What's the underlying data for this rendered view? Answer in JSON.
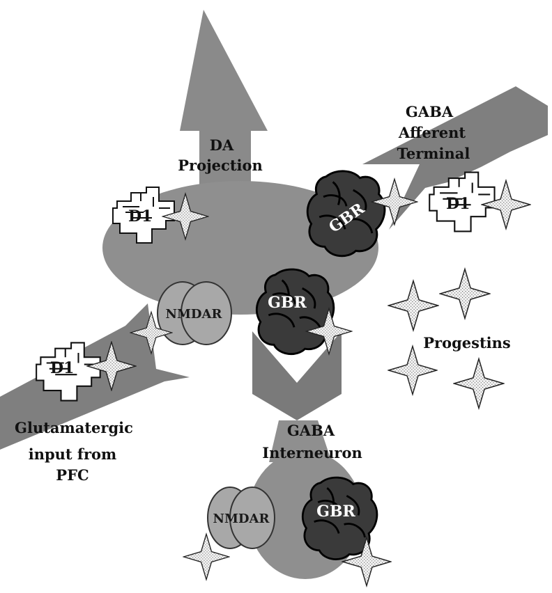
{
  "labels": {
    "da_projection": [
      "DA",
      "Projection"
    ],
    "gaba_afferent": [
      "GABA",
      "Afferent",
      "Terminal"
    ],
    "glutamatergic": [
      "Glutamatergic",
      "input from",
      "PFC"
    ],
    "gaba_interneuron": [
      "GABA",
      "Interneuron"
    ],
    "progestins": "Progestins",
    "gbr": "GBR",
    "d1": "D1",
    "nmdar": "NMDAR"
  },
  "colors": {
    "arrow_gray": "#8a8a8a",
    "body_gray": "#8f8f8f",
    "gbr_dark": "#3a3a3a",
    "nmdar_light": "#a8a8a8",
    "star_fill": "#f2f2f2"
  }
}
